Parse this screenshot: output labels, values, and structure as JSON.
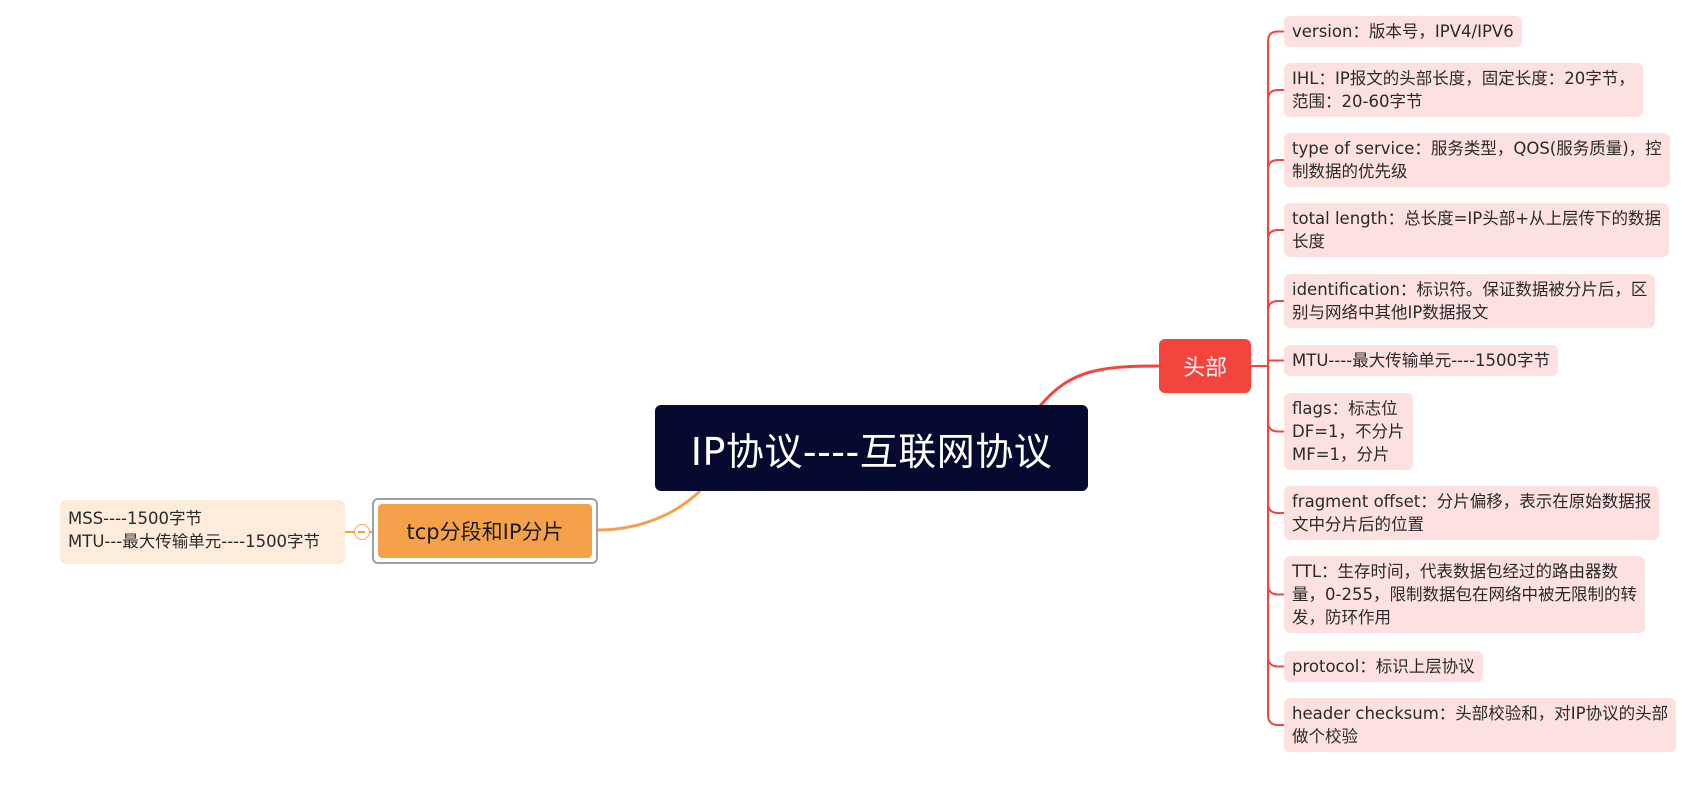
{
  "colors": {
    "root_bg": "#060a2e",
    "header_bg": "#f4443e",
    "header_leaf_bg": "#fde0e0",
    "header_line": "#f4443e",
    "tcp_bg": "#f5a14a",
    "tcp_leaf_bg": "#fdebdc",
    "tcp_line": "#f5a14a"
  },
  "root": {
    "label": "IP协议----互联网协议"
  },
  "header": {
    "label": "头部",
    "items": [
      {
        "lines": [
          "version：版本号，IPV4/IPV6"
        ]
      },
      {
        "lines": [
          "IHL：IP报文的头部长度，固定长度：20字节，",
          "范围：20-60字节"
        ]
      },
      {
        "lines": [
          "type of service：服务类型，QOS(服务质量)，控",
          "制数据的优先级"
        ]
      },
      {
        "lines": [
          "total length：总长度=IP头部+从上层传下的数据",
          "长度"
        ]
      },
      {
        "lines": [
          "identification：标识符。保证数据被分片后，区",
          "别与网络中其他IP数据报文"
        ]
      },
      {
        "lines": [
          "MTU----最大传输单元----1500字节"
        ]
      },
      {
        "lines": [
          "flags：标志位",
          "DF=1，不分片",
          "MF=1，分片"
        ]
      },
      {
        "lines": [
          "fragment offset：分片偏移，表示在原始数据报",
          "文中分片后的位置"
        ]
      },
      {
        "lines": [
          "TTL：生存时间，代表数据包经过的路由器数",
          "量，0-255，限制数据包在网络中被无限制的转",
          "发，防环作用"
        ]
      },
      {
        "lines": [
          "protocol：标识上层协议"
        ]
      },
      {
        "lines": [
          "header checksum：头部校验和，对IP协议的头部",
          "做个校验"
        ]
      }
    ]
  },
  "tcp": {
    "label": "tcp分段和IP分片",
    "leaf_lines": [
      "MSS----1500字节",
      "MTU---最大传输单元----1500字节"
    ],
    "collapse_icon": "collapse-minus-icon"
  }
}
